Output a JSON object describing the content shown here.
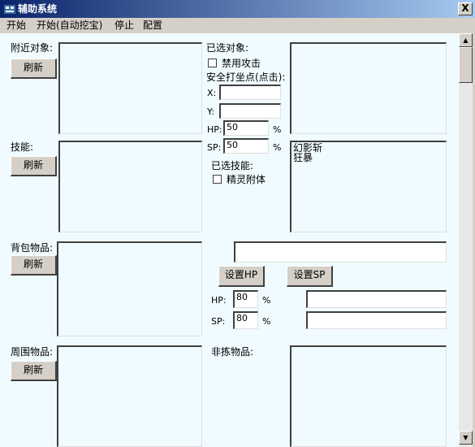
{
  "window": {
    "title": "辅助系统",
    "close_label": "X"
  },
  "menu": [
    "开始",
    "开始(自动挖宝)",
    "停止",
    "配置"
  ],
  "nearby": {
    "label": "附近对象:",
    "refresh": "刷新"
  },
  "skills": {
    "label": "技能:",
    "refresh": "刷新",
    "items": []
  },
  "bag": {
    "label": "背包物品:",
    "refresh": "刷新"
  },
  "surround": {
    "label": "周围物品:",
    "refresh": "刷新"
  },
  "selected_target": {
    "label": "已选对象:",
    "disable_attack": "禁用攻击",
    "disable_attack_checked": false
  },
  "safe_point": {
    "label": "安全打坐点(点击):",
    "x_label": "X:",
    "y_label": "Y:",
    "x_value": "",
    "y_value": ""
  },
  "hp_sp_top": {
    "hp_label": "HP:",
    "hp_value": "50",
    "sp_label": "SP:",
    "sp_value": "50",
    "unit": "%"
  },
  "selected_skills": {
    "label": "已选技能:",
    "checkbox_label": "精灵附体",
    "checked": false,
    "list": [
      "幻影斩",
      "狂暴"
    ]
  },
  "bag_settings": {
    "set_hp": "设置HP",
    "set_sp": "设置SP",
    "hp_label": "HP:",
    "hp_value": "80",
    "sp_label": "SP:",
    "sp_value": "80",
    "unit": "%",
    "top_field": "",
    "hp_field": "",
    "sp_field": ""
  },
  "non_pickup": {
    "label": "非拣物品:"
  },
  "scrollbar": {
    "up": "▲",
    "down": "▼"
  }
}
